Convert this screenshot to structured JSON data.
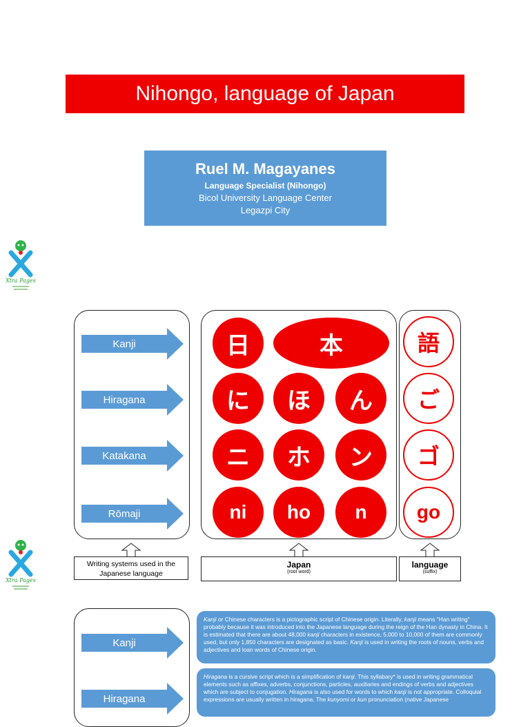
{
  "title": "Nihongo, language of Japan",
  "author": {
    "name": "Ruel M. Magayanes",
    "role": "Language Specialist (Nihongo)",
    "organization": "Bicol University Language Center",
    "city": "Legazpi City"
  },
  "logo": {
    "text": "Xtra Pages"
  },
  "writing_systems": [
    "Kanji",
    "Hiragana",
    "Katakana",
    "Rōmaji"
  ],
  "japan_chars": {
    "kanji": [
      "日",
      "本"
    ],
    "hiragana": [
      "に",
      "ほ",
      "ん"
    ],
    "katakana": [
      "ニ",
      "ホ",
      "ン"
    ],
    "romaji": [
      "ni",
      "ho",
      "n"
    ]
  },
  "go_chars": [
    "語",
    "ご",
    "ゴ",
    "go"
  ],
  "captions": {
    "writing": "Writing systems used in the Japanese language",
    "japan": "Japan",
    "japan_sub": "(root word)",
    "language": "language",
    "language_sub": "(suffix)"
  },
  "bottom_arrows": [
    "Kanji",
    "Hiragana"
  ],
  "descriptions": {
    "kanji": {
      "p1_em": "Kanji",
      "p1": " or Chinese characters is a pictographic script of Chinese origin. Literally, ",
      "p2_em": "kanji",
      "p2": " means \"Han writing\" probably because it was introduced into the Japanese language during the reign of the Han dynasty in China. It is estimated that there are about 48,000 ",
      "p3_em": "kanji",
      "p3": " characters in existence, 5,000 to 10,000 of them are commonly used, but only 1,850 characters are designated as basic. ",
      "p4_em": "Kanji",
      "p4": " is used in writing the roots of nouns, verbs and adjectives and loan words of Chinese origin."
    },
    "hiragana": {
      "p1_em": "Hiragana",
      "p1": " is a cursive script which is a simplification of ",
      "p2_em": "kanji",
      "p2": ". This syllabary* is used in writing grammatical elements such as affixes, adverbs, conjunctions, particles, auxiliaries and endings of verbs and adjectives which are subject to conjugation. ",
      "p3_em": "Hiragana",
      "p3": " is also used for words to which ",
      "p4_em": "kanji",
      "p4": " is not appropriate. Colloquial expressions are usually written in hiragana. The ",
      "p5_em": "kunyomi",
      "p5": " or ",
      "p6_em": "kun",
      "p6": " pronunciation (native Japanese"
    }
  },
  "colors": {
    "red": "#ee0000",
    "blue": "#5b9bd5"
  }
}
